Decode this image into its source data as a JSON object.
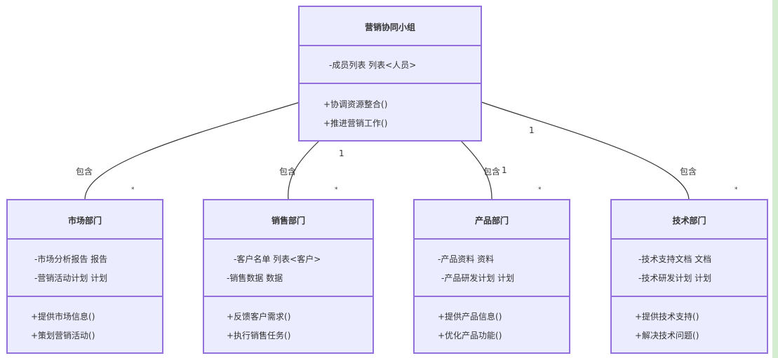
{
  "diagram": {
    "type": "uml-class",
    "classes": [
      {
        "id": "team",
        "name": "营销协同小组",
        "attributes": [
          "-成员列表 列表<人员>"
        ],
        "methods": [
          "+协调资源整合()",
          "+推进营销工作()"
        ]
      },
      {
        "id": "market",
        "name": "市场部门",
        "attributes": [
          "-市场分析报告 报告",
          "-营销活动计划 计划"
        ],
        "methods": [
          "+提供市场信息()",
          "+策划营销活动()"
        ]
      },
      {
        "id": "sales",
        "name": "销售部门",
        "attributes": [
          "-客户名单 列表<客户>",
          "-销售数据 数据"
        ],
        "methods": [
          "+反馈客户需求()",
          "+执行销售任务()"
        ]
      },
      {
        "id": "product",
        "name": "产品部门",
        "attributes": [
          "-产品资料 资料",
          "-产品研发计划 计划"
        ],
        "methods": [
          "+提供产品信息()",
          "+优化产品功能()"
        ]
      },
      {
        "id": "tech",
        "name": "技术部门",
        "attributes": [
          "-技术支持文档 文档",
          "-技术研发计划 计划"
        ],
        "methods": [
          "+提供技术支持()",
          "+解决技术问题()"
        ]
      }
    ],
    "relations": [
      {
        "from": "team",
        "to": "market",
        "label": "包含",
        "source_multiplicity": "",
        "target_multiplicity": "*"
      },
      {
        "from": "team",
        "to": "sales",
        "label": "包含",
        "source_multiplicity": "1",
        "target_multiplicity": "*"
      },
      {
        "from": "team",
        "to": "product",
        "label": "包含",
        "source_multiplicity": "1",
        "target_multiplicity": "*"
      },
      {
        "from": "team",
        "to": "tech",
        "label": "包含",
        "source_multiplicity": "1",
        "target_multiplicity": "*"
      }
    ]
  }
}
